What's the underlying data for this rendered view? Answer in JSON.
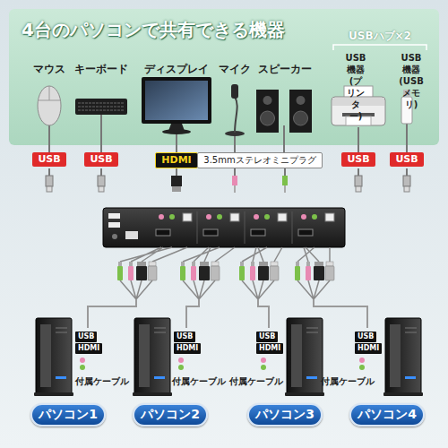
{
  "diagram": {
    "nodes": [
      {
        "text": [
          "4台のパソコンで共有できる機器"
        ]
      },
      {
        "text": [
          "USB"
        ]
      },
      {
        "text": [
          "USB"
        ]
      },
      {
        "text": [
          "HDMI"
        ]
      },
      {
        "text": [
          "3.5mmステレオミニプラグ"
        ]
      },
      {
        "text": [
          "USB"
        ]
      },
      {
        "text": [
          "USB"
        ]
      },
      {
        "text": [
          "パソコン1"
        ]
      },
      {
        "text": [
          "パソコン2"
        ]
      },
      {
        "text": [
          "パソコン3"
        ]
      },
      {
        "text": [
          "パソコン4"
        ]
      }
    ],
    "labels": [
      "マウス",
      "キーボード",
      "ディスプレイ",
      "マイク",
      "スピーカー",
      "USBハブ×2",
      "USB機器 (プリンター)",
      "USB機器 (USBメモリ)",
      "付属ケーブル",
      "付属ケーブル",
      "付属ケーブル",
      "付属ケーブル",
      "USB",
      "HDMI",
      "USB",
      "HDMI",
      "USB",
      "HDMI",
      "USB",
      "HDMI"
    ]
  }
}
